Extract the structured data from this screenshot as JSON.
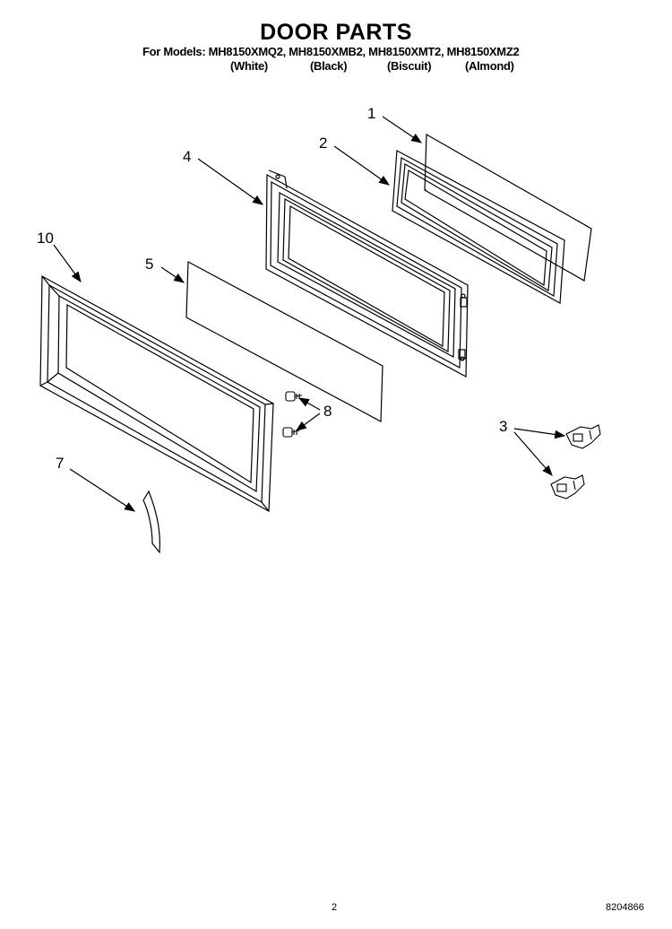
{
  "header": {
    "title": "DOOR PARTS",
    "models_line": "For Models: MH8150XMQ2, MH8150XMB2, MH8150XMT2, MH8150XMZ2",
    "colors": [
      "(White)",
      "(Black)",
      "(Biscuit)",
      "(Almond)"
    ]
  },
  "callouts": {
    "c1": "1",
    "c2": "2",
    "c3": "3",
    "c4": "4",
    "c5": "5",
    "c7": "7",
    "c8": "8",
    "c10": "10"
  },
  "footer": {
    "page_number": "2",
    "doc_number": "8204866"
  }
}
